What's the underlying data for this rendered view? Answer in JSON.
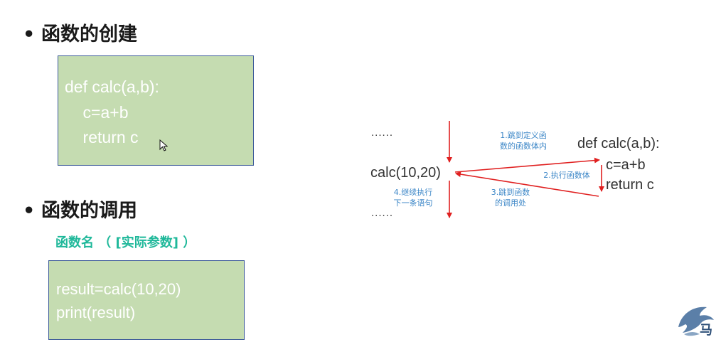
{
  "sections": {
    "create_title": "函数的创建",
    "call_title": "函数的调用",
    "bullet": "•"
  },
  "create_code": [
    "def calc(a,b):",
    "    c=a+b",
    "    return c"
  ],
  "call_syntax": "函数名 （ [实际参数] ）",
  "call_code": [
    "result=calc(10,20)",
    "print(result)"
  ],
  "diagram": {
    "dots_top": "......",
    "call_expr": "calc(10,20)",
    "dots_bottom": "......",
    "def_line": "def calc(a,b):",
    "body_line1": "c=a+b",
    "body_line2": "return c",
    "step1": [
      "1.跳到定义函",
      "数的函数体内"
    ],
    "step2": "2.执行函数体",
    "step3": [
      "3.跳到函数",
      "的调用处"
    ],
    "step4": [
      "4.继续执行",
      "下一条语句"
    ],
    "arrow_color": "#e02020"
  },
  "logo": {
    "glyph": "马"
  }
}
